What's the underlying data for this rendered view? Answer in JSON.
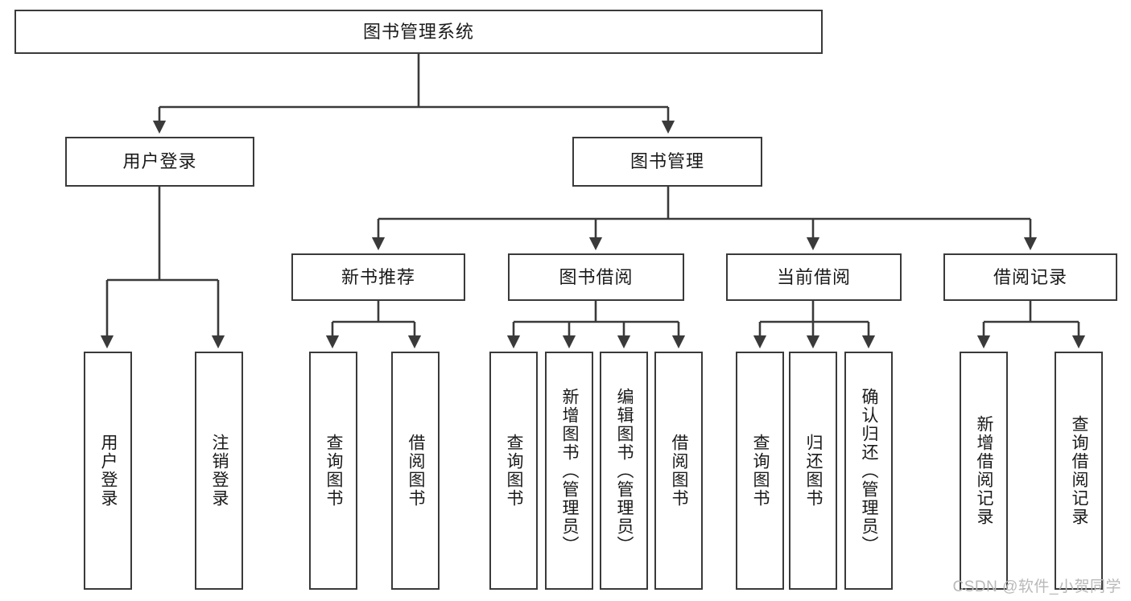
{
  "diagram": {
    "title": "图书管理系统",
    "type": "tree",
    "watermark": "CSDN @软件_小贺同学",
    "colors": {
      "box_border": "#3a3a3a",
      "box_fill": "#ffffff",
      "connector": "#3a3a3a",
      "text": "#1a1a1a",
      "watermark": "#b9b9b9"
    },
    "nodes": {
      "root": {
        "label": "图书管理系统",
        "level": 1,
        "orientation": "horizontal"
      },
      "l2": [
        {
          "id": "user-login",
          "label": "用户登录",
          "level": 2,
          "orientation": "horizontal"
        },
        {
          "id": "book-management",
          "label": "图书管理",
          "level": 2,
          "orientation": "horizontal"
        }
      ],
      "l3": [
        {
          "id": "new-book-recommend",
          "label": "新书推荐",
          "level": 3,
          "orientation": "horizontal",
          "parent": "book-management"
        },
        {
          "id": "book-borrow",
          "label": "图书借阅",
          "level": 3,
          "orientation": "horizontal",
          "parent": "book-management"
        },
        {
          "id": "current-borrow",
          "label": "当前借阅",
          "level": 3,
          "orientation": "horizontal",
          "parent": "book-management"
        },
        {
          "id": "borrow-record",
          "label": "借阅记录",
          "level": 3,
          "orientation": "horizontal",
          "parent": "book-management"
        }
      ],
      "leaves": [
        {
          "id": "leaf-user-login",
          "label": "用户登录",
          "parent": "user-login",
          "orientation": "vertical"
        },
        {
          "id": "leaf-logout-login",
          "label": "注销登录",
          "parent": "user-login",
          "orientation": "vertical"
        },
        {
          "id": "leaf-query-book-1",
          "label": "查询图书",
          "parent": "new-book-recommend",
          "orientation": "vertical"
        },
        {
          "id": "leaf-borrow-book-1",
          "label": "借阅图书",
          "parent": "new-book-recommend",
          "orientation": "vertical"
        },
        {
          "id": "leaf-query-book-2",
          "label": "查询图书",
          "parent": "book-borrow",
          "orientation": "vertical"
        },
        {
          "id": "leaf-add-book-admin",
          "label": "新增图书（管理员）",
          "parent": "book-borrow",
          "orientation": "vertical"
        },
        {
          "id": "leaf-edit-book-admin",
          "label": "编辑图书（管理员）",
          "parent": "book-borrow",
          "orientation": "vertical"
        },
        {
          "id": "leaf-borrow-book-2",
          "label": "借阅图书",
          "parent": "book-borrow",
          "orientation": "vertical"
        },
        {
          "id": "leaf-query-book-3",
          "label": "查询图书",
          "parent": "current-borrow",
          "orientation": "vertical"
        },
        {
          "id": "leaf-return-book",
          "label": "归还图书",
          "parent": "current-borrow",
          "orientation": "vertical"
        },
        {
          "id": "leaf-confirm-return-admin",
          "label": "确认归还（管理员）",
          "parent": "current-borrow",
          "orientation": "vertical"
        },
        {
          "id": "leaf-add-borrow-record",
          "label": "新增借阅记录",
          "parent": "borrow-record",
          "orientation": "vertical"
        },
        {
          "id": "leaf-query-borrow-record",
          "label": "查询借阅记录",
          "parent": "borrow-record",
          "orientation": "vertical"
        }
      ]
    }
  }
}
